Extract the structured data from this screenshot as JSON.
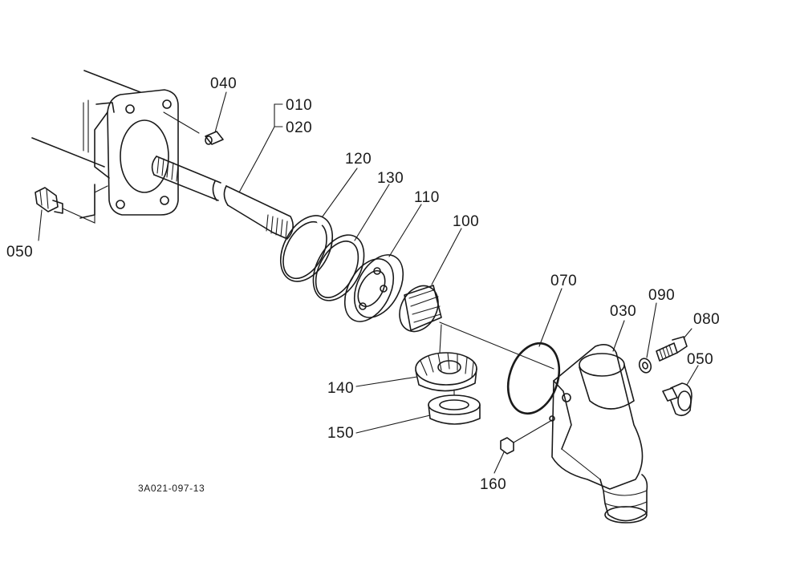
{
  "drawing_ref": "3A021-097-13",
  "callouts": {
    "p010": "010",
    "p020": "020",
    "p030": "030",
    "p040": "040",
    "p050a": "050",
    "p050b": "050",
    "p070": "070",
    "p080": "080",
    "p090": "090",
    "p100": "100",
    "p110": "110",
    "p120": "120",
    "p130": "130",
    "p140": "140",
    "p150": "150",
    "p160": "160"
  }
}
